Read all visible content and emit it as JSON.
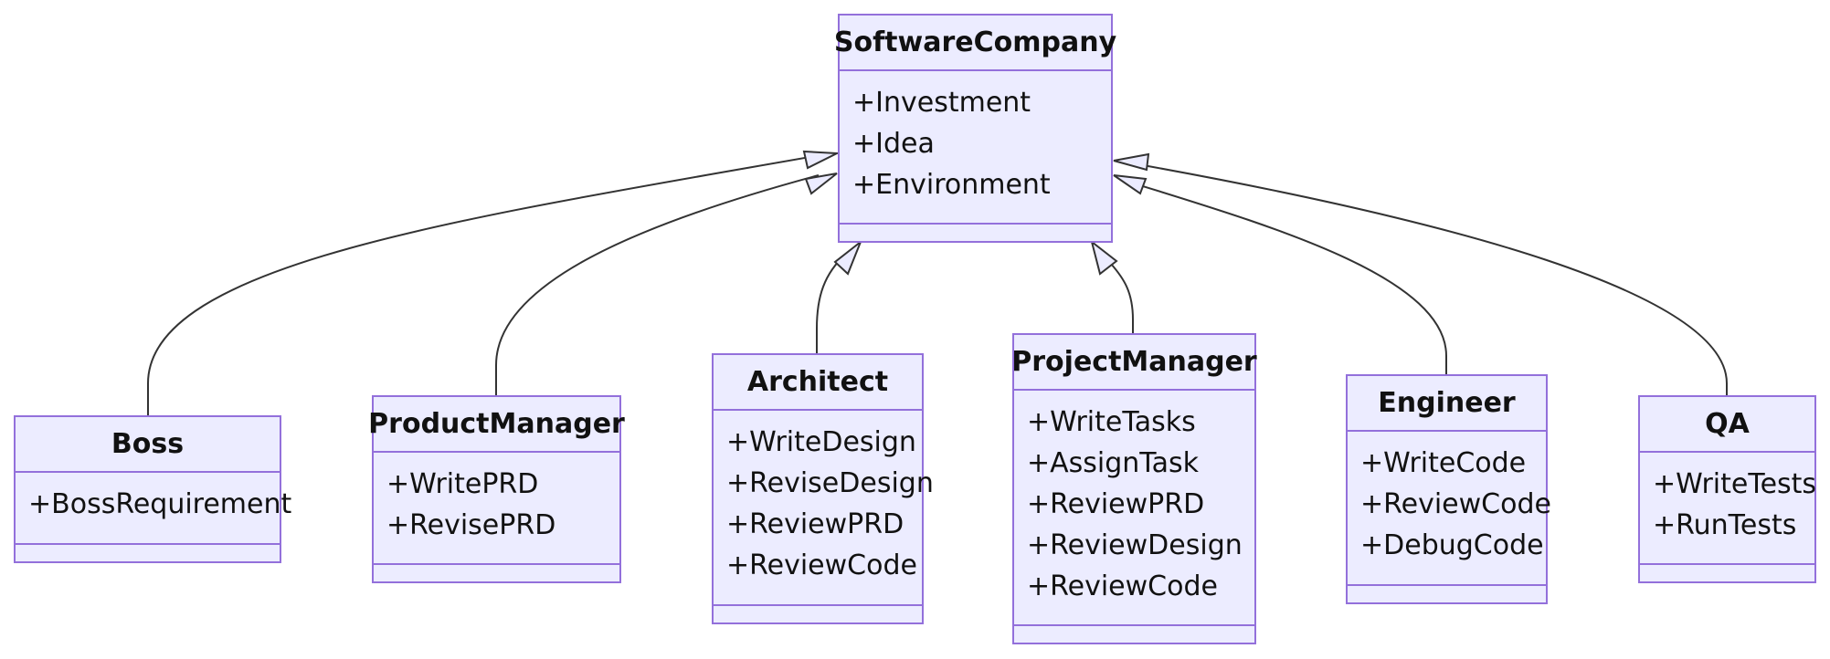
{
  "diagram": {
    "parent": {
      "name": "SoftwareCompany",
      "members": [
        "+Investment",
        "+Idea",
        "+Environment"
      ]
    },
    "children": [
      {
        "id": "boss",
        "name": "Boss",
        "members": [
          "+BossRequirement"
        ]
      },
      {
        "id": "product-manager",
        "name": "ProductManager",
        "members": [
          "+WritePRD",
          "+RevisePRD"
        ]
      },
      {
        "id": "architect",
        "name": "Architect",
        "members": [
          "+WriteDesign",
          "+ReviseDesign",
          "+ReviewPRD",
          "+ReviewCode"
        ]
      },
      {
        "id": "project-manager",
        "name": "ProjectManager",
        "members": [
          "+WriteTasks",
          "+AssignTask",
          "+ReviewPRD",
          "+ReviewDesign",
          "+ReviewCode"
        ]
      },
      {
        "id": "engineer",
        "name": "Engineer",
        "members": [
          "+WriteCode",
          "+ReviewCode",
          "+DebugCode"
        ]
      },
      {
        "id": "qa",
        "name": "QA",
        "members": [
          "+WriteTests",
          "+RunTests"
        ]
      }
    ],
    "relationship": "inheritance",
    "colors": {
      "box_fill": "#ECECFF",
      "box_border": "#9370DB",
      "edge": "#333333"
    }
  }
}
